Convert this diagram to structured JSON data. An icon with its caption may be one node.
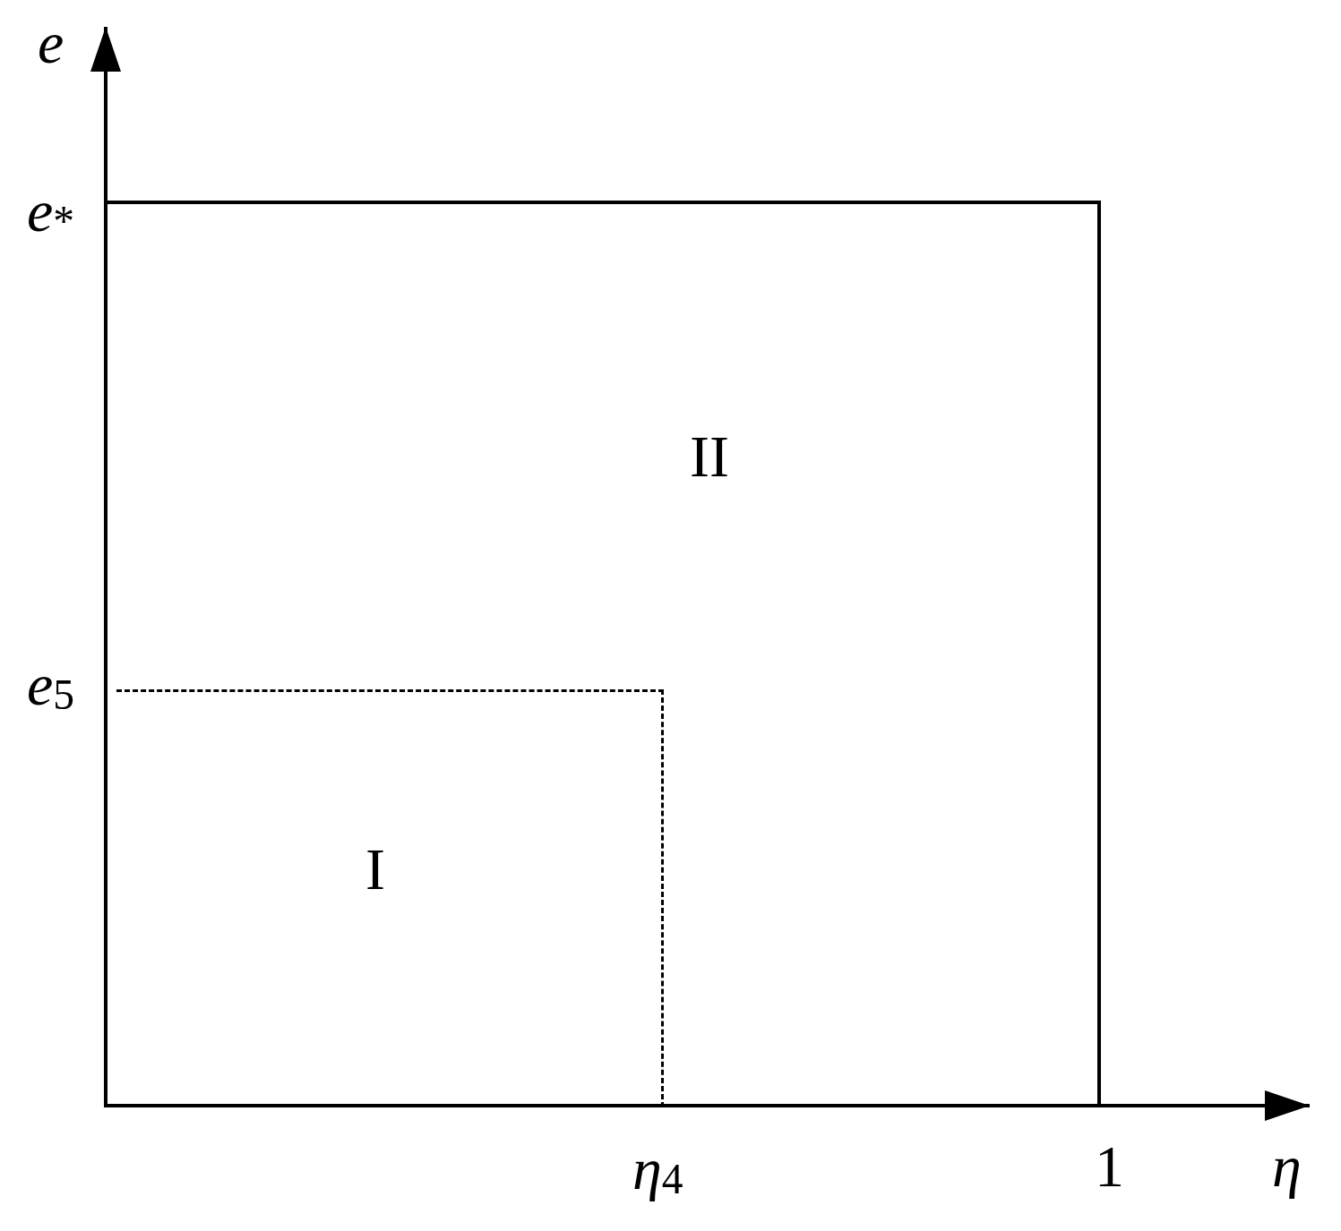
{
  "diagram": {
    "nodes": [
      {
        "text": [
          "II"
        ]
      },
      {
        "text": [
          "I"
        ],
        "in": 0
      }
    ],
    "labels": [
      "e",
      "*e*$_{*}$",
      "*e*$_{5}$",
      "*η*$_{4}$",
      "1",
      "η"
    ]
  }
}
